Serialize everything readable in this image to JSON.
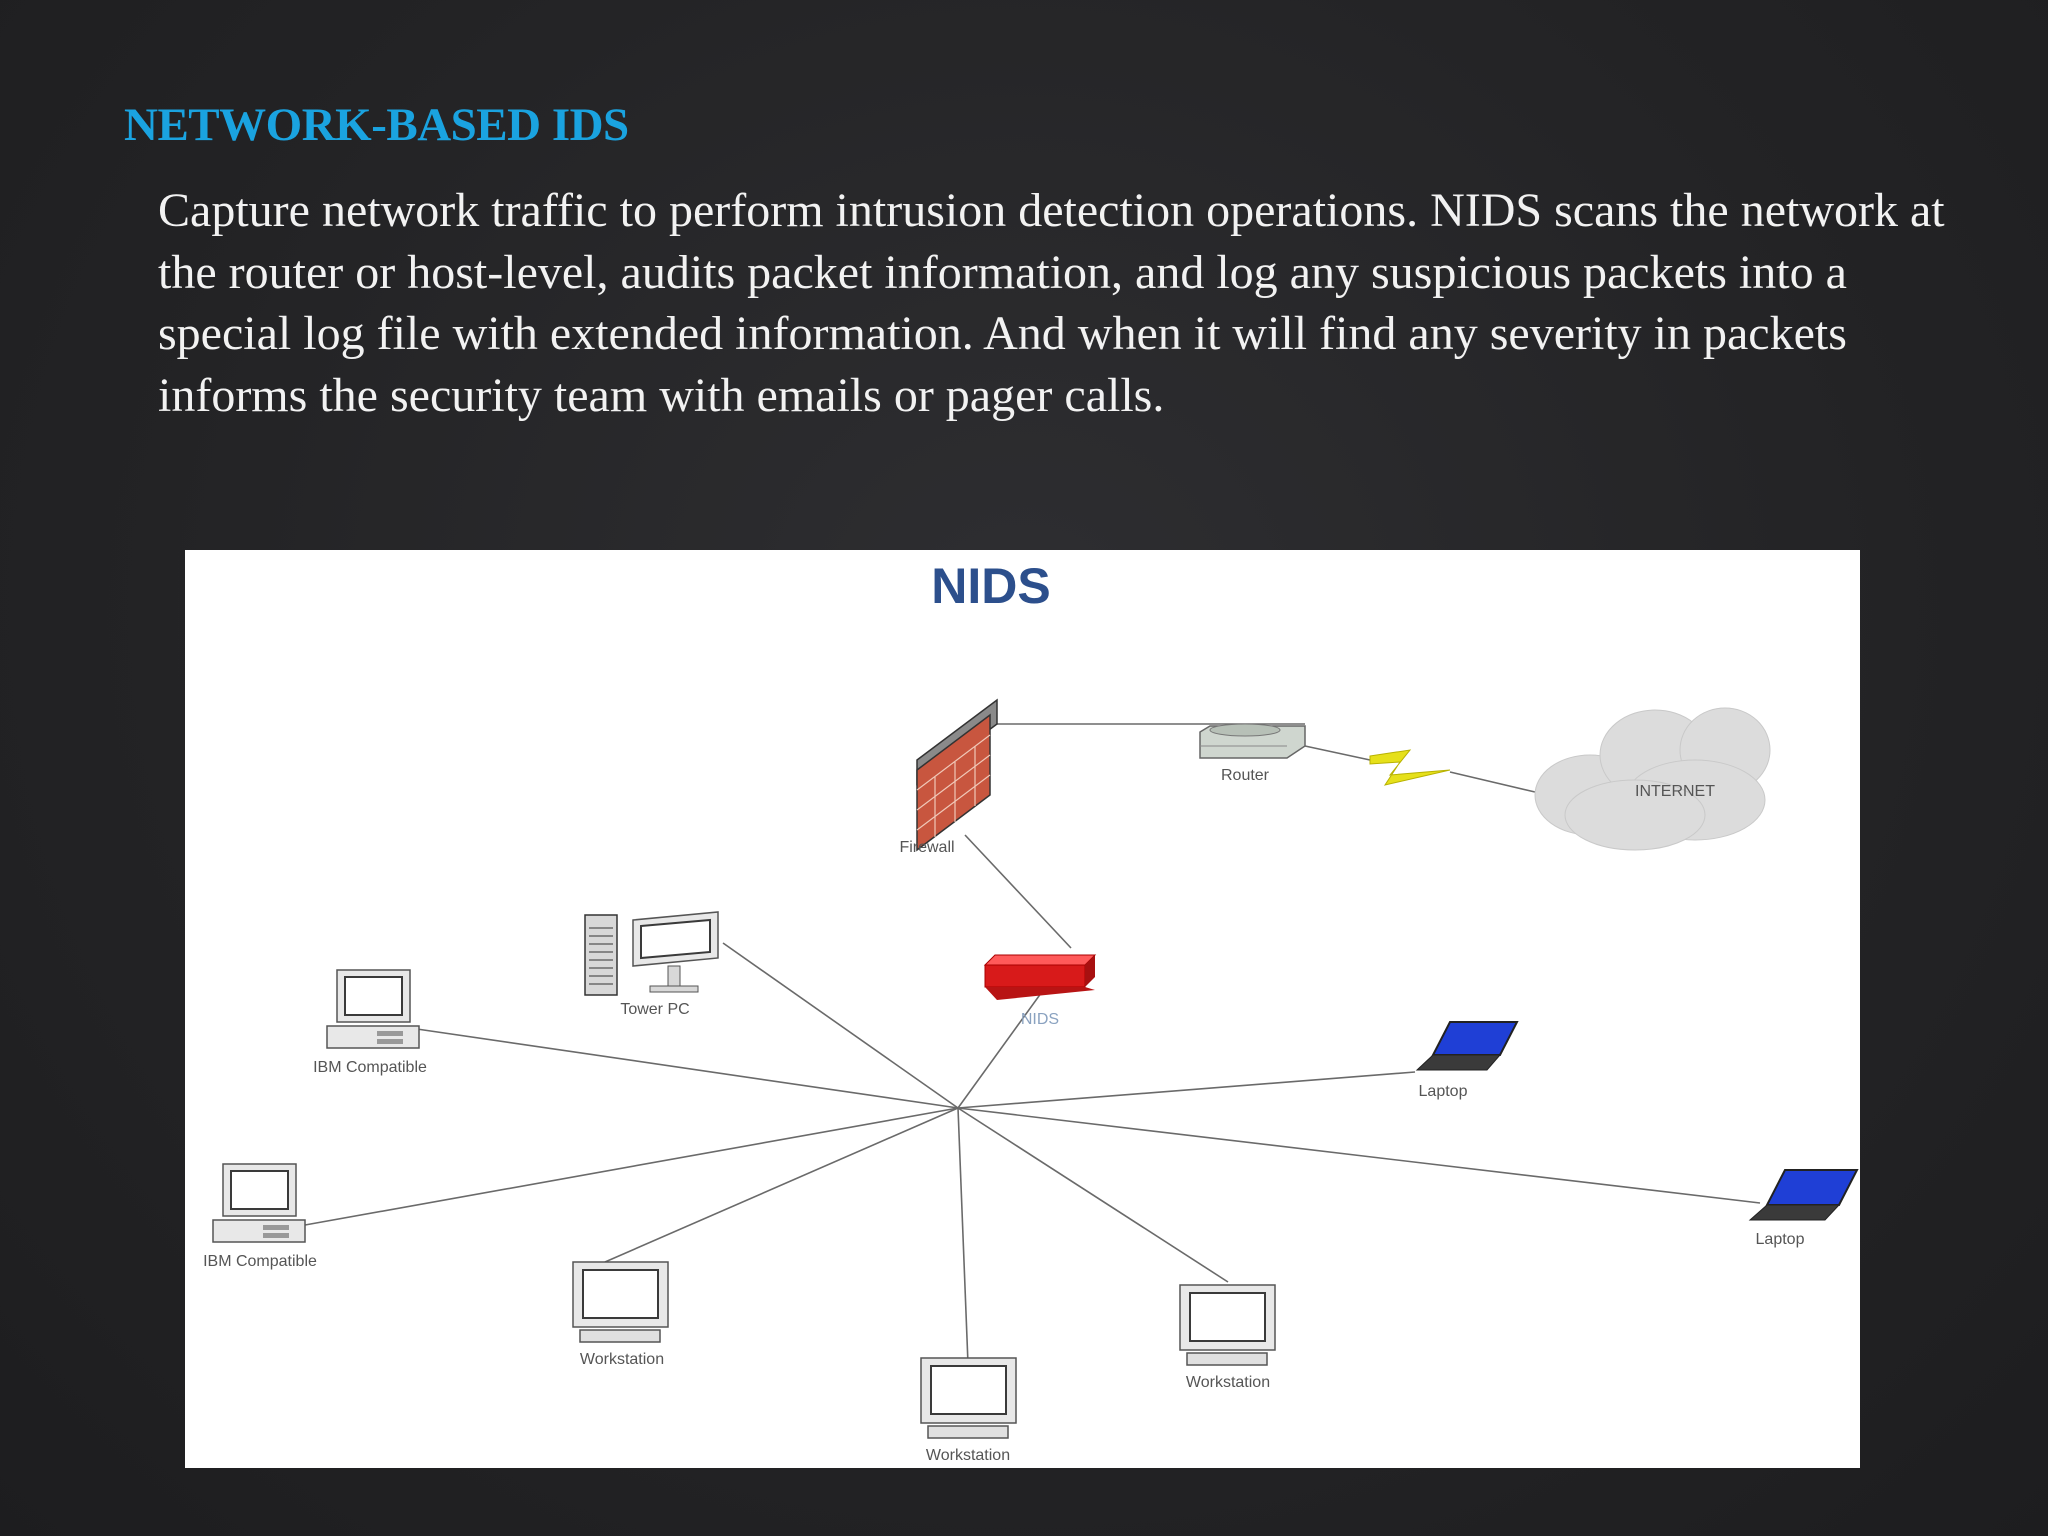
{
  "slide": {
    "title": "NETWORK-BASED IDS",
    "body": "Capture network traffic to perform intrusion detection operations. NIDS scans the network at the router or host-level, audits packet information, and log any suspicious packets into a special log file with extended information. And when it will find any severity in packets informs the security team with emails or pager calls."
  },
  "diagram": {
    "title": "NIDS",
    "nodes": {
      "firewall": {
        "label": "Firewall",
        "icon": "firewall-icon"
      },
      "router": {
        "label": "Router",
        "icon": "router-icon"
      },
      "internet": {
        "label": "INTERNET",
        "icon": "cloud-icon"
      },
      "nids": {
        "label": "NIDS",
        "icon": "nids-device-icon"
      },
      "tower_pc": {
        "label": "Tower PC",
        "icon": "tower-pc-icon"
      },
      "ibm_1": {
        "label": "IBM Compatible",
        "icon": "desktop-computer-icon"
      },
      "ibm_2": {
        "label": "IBM Compatible",
        "icon": "desktop-computer-icon"
      },
      "workstation_1": {
        "label": "Workstation",
        "icon": "workstation-icon"
      },
      "workstation_2": {
        "label": "Workstation",
        "icon": "workstation-icon"
      },
      "workstation_3": {
        "label": "Workstation",
        "icon": "workstation-icon"
      },
      "laptop_1": {
        "label": "Laptop",
        "icon": "laptop-icon"
      },
      "laptop_2": {
        "label": "Laptop",
        "icon": "laptop-icon"
      }
    },
    "colors": {
      "title": "#1aa3e0",
      "diagram_title": "#2c4f8c",
      "nids_device": "#d81a1a",
      "firewall_brick": "#c8563f",
      "laptop_screen": "#1f3fd6",
      "lightning": "#e6e01a"
    }
  }
}
